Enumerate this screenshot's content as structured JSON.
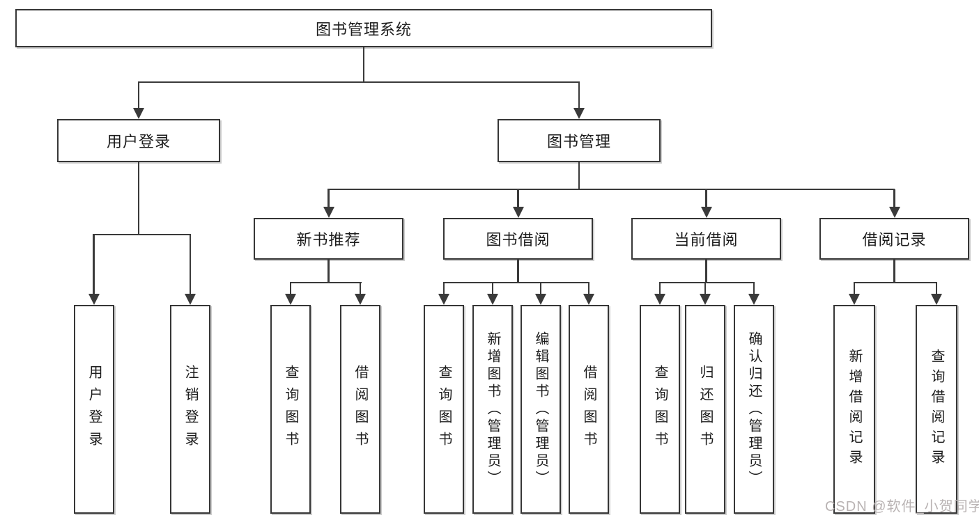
{
  "diagram": {
    "title": "图书管理系统",
    "colors": {
      "background": "#ffffff",
      "box_fill": "#ffffff",
      "box_border": "#363636",
      "line": "#3a3a3a",
      "text": "#1c1c1c",
      "watermark": "#b9b3b3"
    },
    "watermark": {
      "text": "CSDN @软件_小贺同学"
    },
    "nodes": [
      {
        "id": "root",
        "label": "图书管理系统",
        "parent": null
      },
      {
        "id": "user-login",
        "label": "用户登录",
        "parent": "root"
      },
      {
        "id": "book-mgmt",
        "label": "图书管理",
        "parent": "root"
      },
      {
        "id": "login-action",
        "label": "用户登录",
        "parent": "user-login"
      },
      {
        "id": "logout-action",
        "label": "注销登录",
        "parent": "user-login"
      },
      {
        "id": "new-book-rec",
        "label": "新书推荐",
        "parent": "book-mgmt"
      },
      {
        "id": "book-borrow",
        "label": "图书借阅",
        "parent": "book-mgmt"
      },
      {
        "id": "current-borrow",
        "label": "当前借阅",
        "parent": "book-mgmt"
      },
      {
        "id": "borrow-records",
        "label": "借阅记录",
        "parent": "book-mgmt"
      },
      {
        "id": "rec-query-book",
        "label": "查询图书",
        "parent": "new-book-rec"
      },
      {
        "id": "rec-borrow-book",
        "label": "借阅图书",
        "parent": "new-book-rec"
      },
      {
        "id": "bb-query-book",
        "label": "查询图书",
        "parent": "book-borrow"
      },
      {
        "id": "bb-add-book",
        "label": "新增图书（管理员）",
        "parent": "book-borrow"
      },
      {
        "id": "bb-edit-book",
        "label": "编辑图书（管理员）",
        "parent": "book-borrow"
      },
      {
        "id": "bb-borrow-book",
        "label": "借阅图书",
        "parent": "book-borrow"
      },
      {
        "id": "cb-query-book",
        "label": "查询图书",
        "parent": "current-borrow"
      },
      {
        "id": "cb-return-book",
        "label": "归还图书",
        "parent": "current-borrow"
      },
      {
        "id": "cb-confirm-return",
        "label": "确认归还（管理员）",
        "parent": "current-borrow"
      },
      {
        "id": "br-add-record",
        "label": "新增借阅记录",
        "parent": "borrow-records"
      },
      {
        "id": "br-query-record",
        "label": "查询借阅记录",
        "parent": "borrow-records"
      }
    ]
  }
}
